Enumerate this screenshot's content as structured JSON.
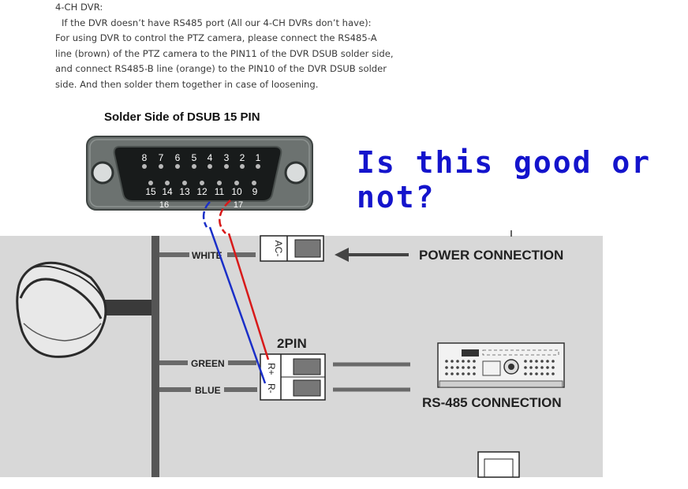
{
  "instructions": {
    "heading": "4-CH DVR:",
    "lines": [
      "If the DVR doesn’t have RS485 port (All our 4-CH DVRs don’t have):",
      "For using DVR to control the PTZ camera, please connect the RS485-A",
      "line (brown) of the PTZ camera to the PIN11 of the DVR DSUB solder side,",
      "and connect RS485-B line (orange) to the PIN10 of the DVR DSUB solder",
      "side. And then solder them together in case of loosening."
    ]
  },
  "dsub": {
    "title": "Solder Side of DSUB 15 PIN",
    "top_pins": [
      "8",
      "7",
      "6",
      "5",
      "4",
      "3",
      "2",
      "1"
    ],
    "bottom_pins": [
      "15",
      "14",
      "13",
      "12",
      "11",
      "10",
      "9"
    ],
    "extra_pins": [
      "16",
      "17"
    ]
  },
  "question": {
    "line1": "Is this good or",
    "line2": "not?"
  },
  "wiring": {
    "white_label": "WHITE",
    "power_label": "POWER CONNECTION",
    "two_pin_label": "2PIN",
    "green_label": "GREEN",
    "blue_label": "BLUE",
    "rs485_label": "RS-485 CONNECTION",
    "ac_label": "AC-",
    "r_plus_label": "R+",
    "r_minus_label": "R-"
  },
  "colors": {
    "annotation_blue": "#1414cc",
    "wire_blue": "#1a2fc8",
    "wire_red": "#d81a1a",
    "panel_gray": "#d8d8d8"
  }
}
